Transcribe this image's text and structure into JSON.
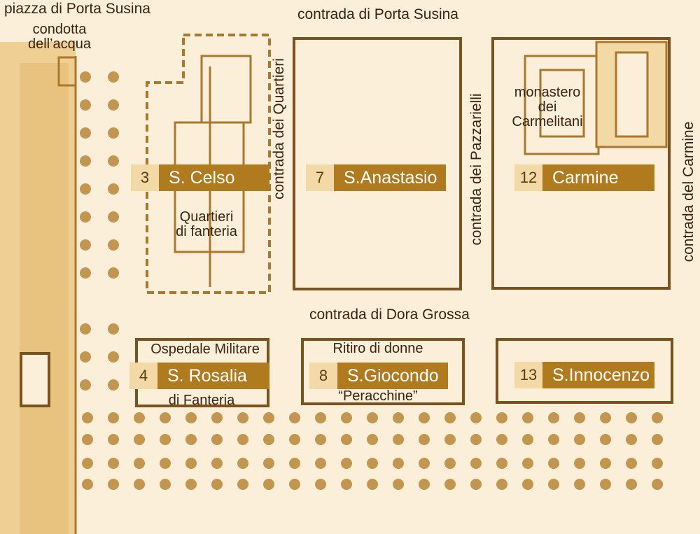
{
  "colors": {
    "parchment": "#fbefd9",
    "ink": "#a9782e",
    "dark_ink": "#3a2410",
    "tree": "#b98636",
    "plate_name": "#b07a1e",
    "plate_number": "#f2d9a6"
  },
  "streets": {
    "piazza": "piazza di Porta Susina",
    "porta_susina": "contrada di Porta Susina",
    "quartieri": "contrada dei Quartieri",
    "pazzarielli": "contrada dei Pazzarielli",
    "carmine": "contrada del Carmine",
    "dora_grossa": "contrada di Dora Grossa"
  },
  "notes": {
    "condotta_1": "condotta",
    "condotta_2": "dell’acqua",
    "quartieri_1": "Quartieri",
    "quartieri_2": "di fanteria",
    "monastero_1": "monastero",
    "monastero_2": "dei",
    "monastero_3": "Carmelitani",
    "ospedale_1": "Ospedale Militare",
    "ospedale_2": "di Fanteria",
    "ritiro_1": "Ritiro di donne",
    "ritiro_2": "“Peracchine”"
  },
  "blocks": [
    {
      "number": "3",
      "name": "S. Celso"
    },
    {
      "number": "7",
      "name": "S.Anastasio"
    },
    {
      "number": "12",
      "name": "Carmine"
    },
    {
      "number": "4",
      "name": "S. Rosalia"
    },
    {
      "number": "8",
      "name": "S.Giocondo"
    },
    {
      "number": "13",
      "name": "S.Innocenzo"
    }
  ]
}
